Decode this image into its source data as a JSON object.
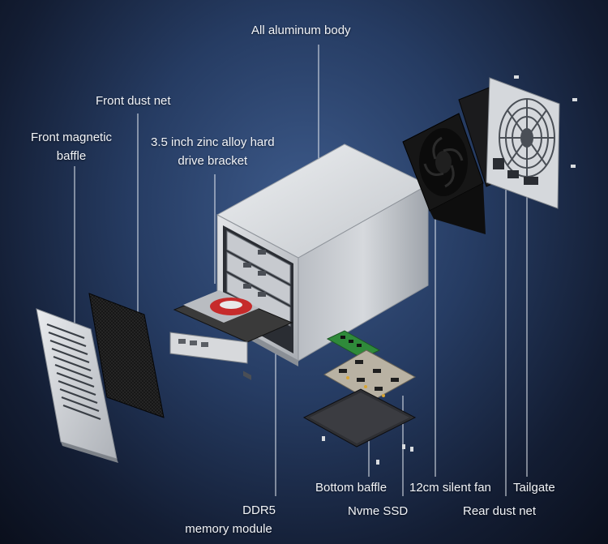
{
  "callouts": {
    "aluminum_body": "All aluminum body",
    "front_dust_net": "Front dust net",
    "front_magnetic_baffle": {
      "line1": "Front magnetic",
      "line2": "baffle"
    },
    "hdd_bracket": {
      "line1": "3.5 inch zinc alloy hard",
      "line2": "drive bracket"
    },
    "bottom_baffle": "Bottom baffle",
    "silent_fan": "12cm silent fan",
    "tailgate": "Tailgate",
    "nvme_ssd": "Nvme SSD",
    "rear_dust_net": "Rear dust net",
    "ddr5": {
      "line1": "DDR5",
      "line2": "memory module"
    }
  },
  "colors": {
    "background": "#263c63",
    "label_text": "#f2f4f8",
    "leader_line": "#e6ebf2",
    "aluminum": "#c9ccd1",
    "fan": "#121212",
    "pcb": "#2f8a3a"
  },
  "icons": [
    "enclosure-illustration",
    "fan-icon",
    "hard-drive-icon",
    "screw-icon"
  ]
}
